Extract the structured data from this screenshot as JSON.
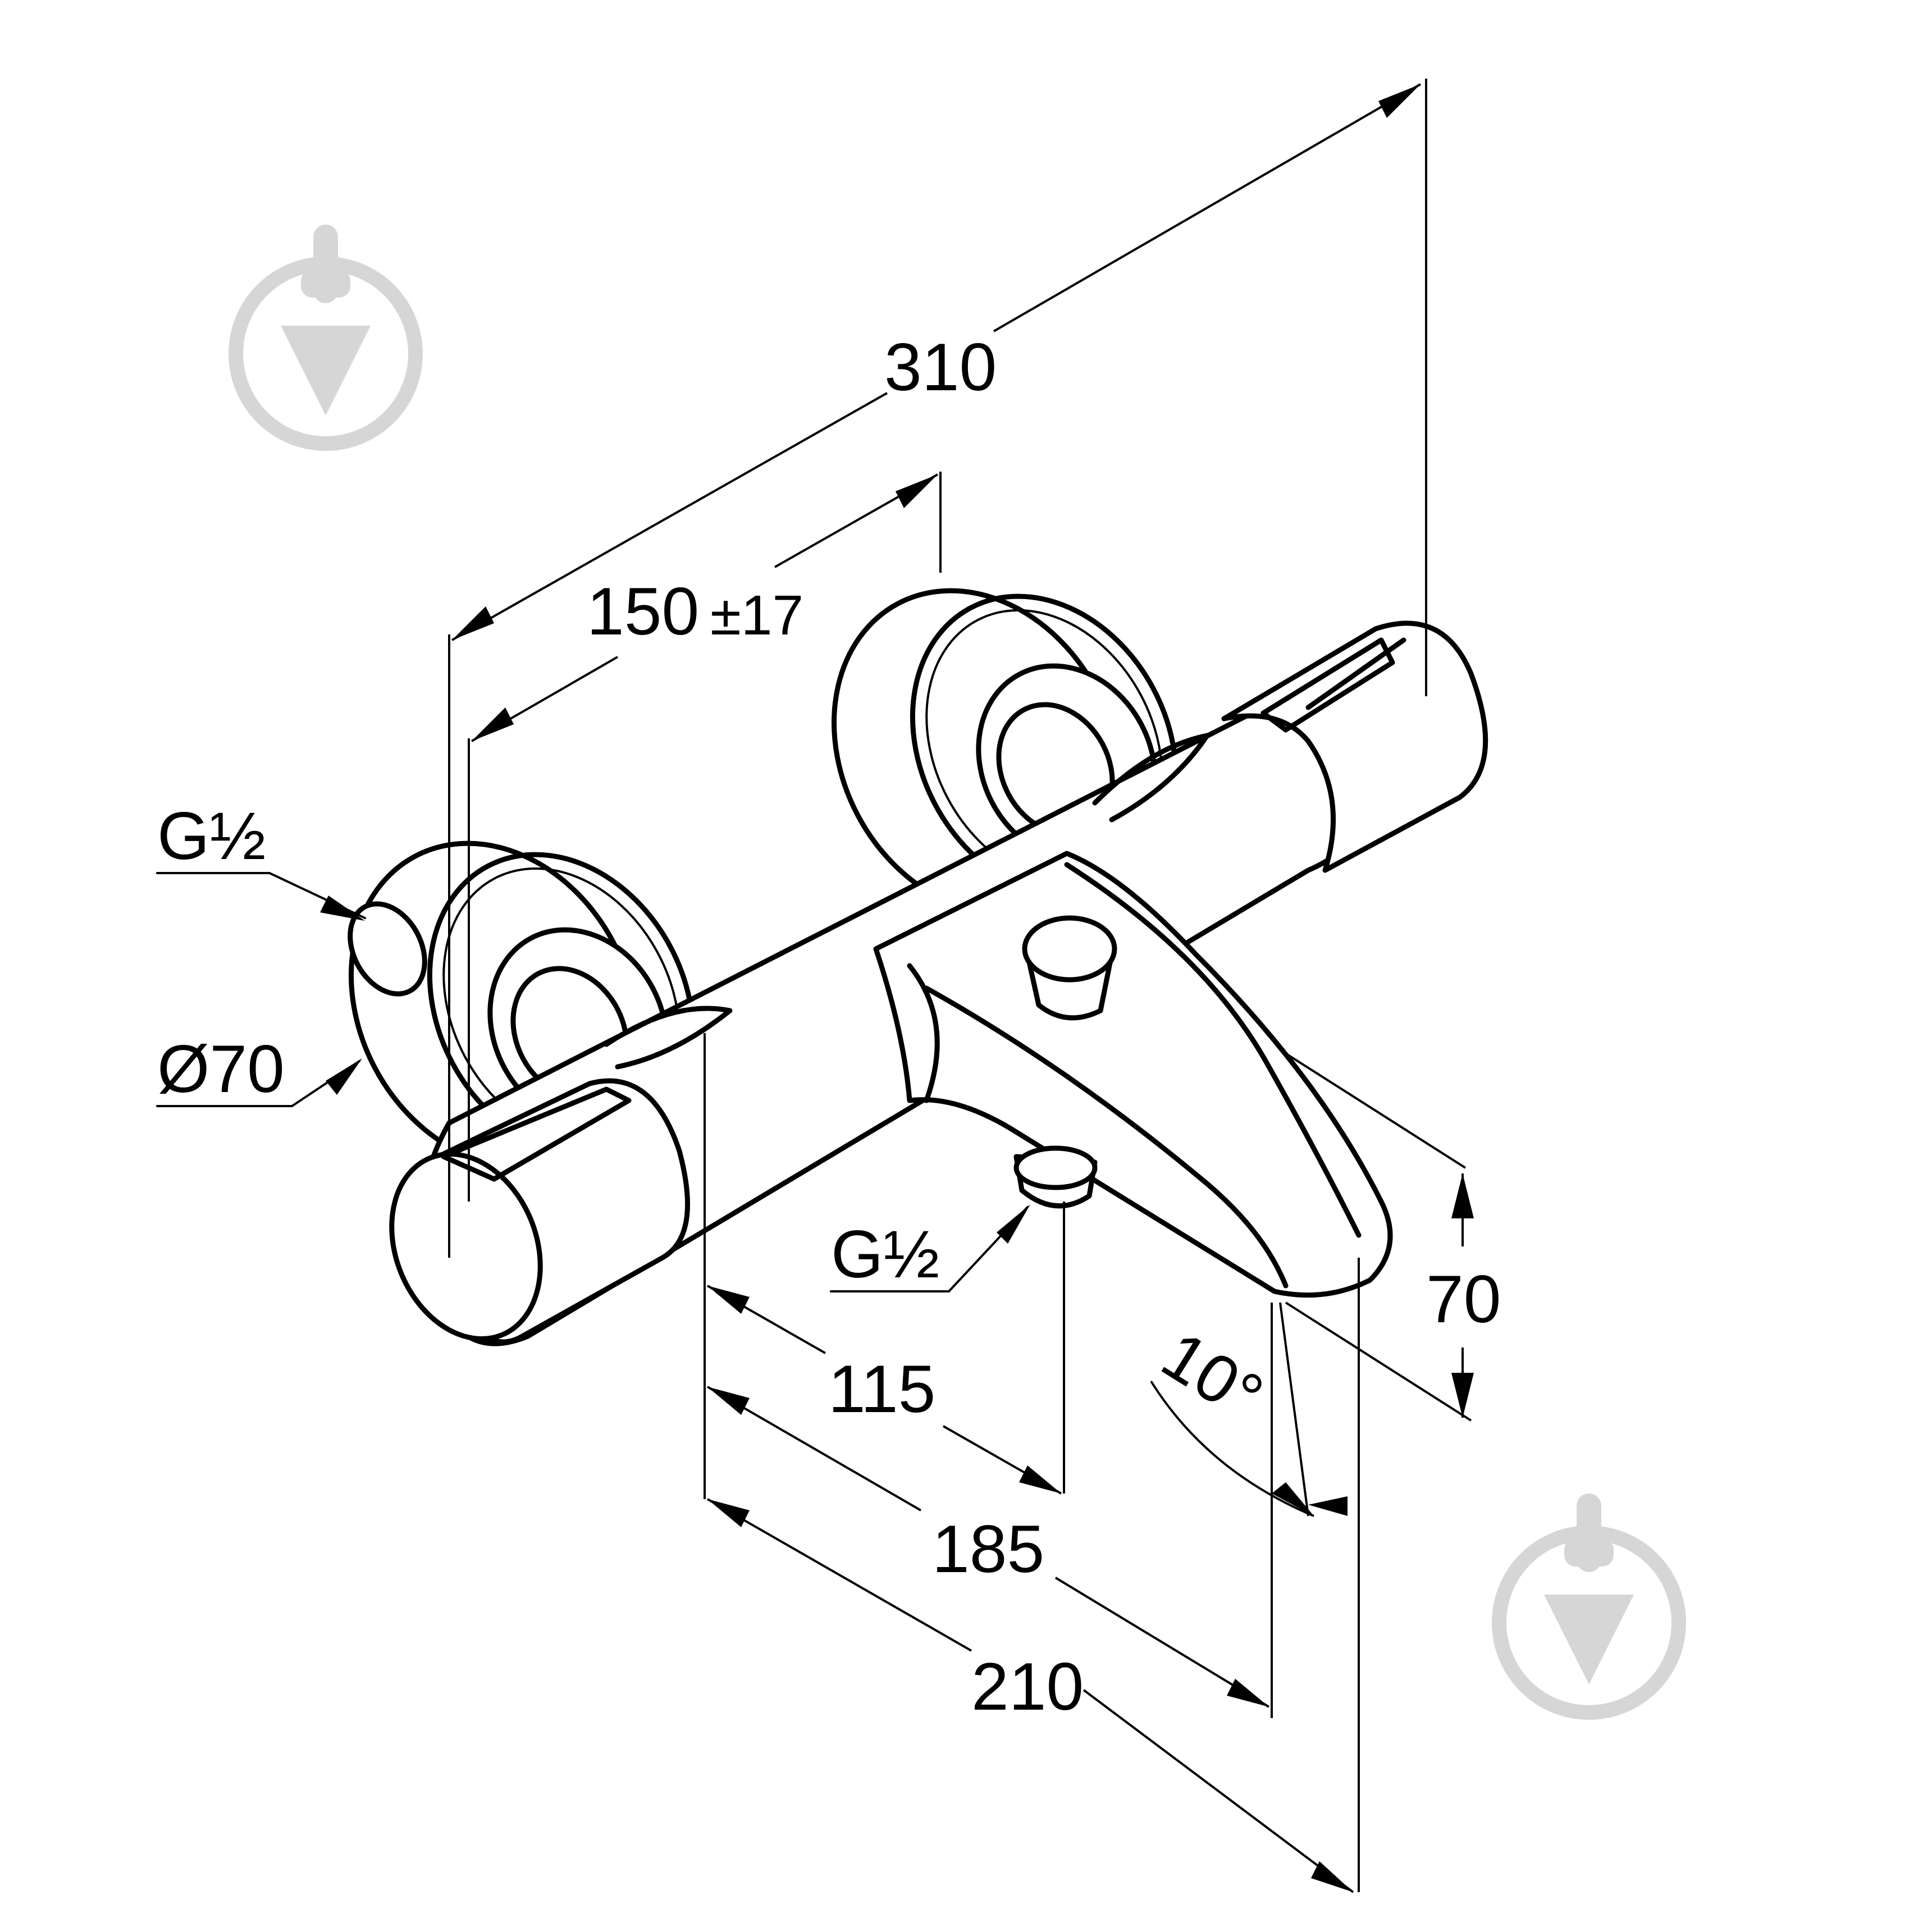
{
  "dimensions": {
    "overall_length": "310",
    "center_distance": "150",
    "center_tolerance": "±17",
    "connection_thread_top": "G½",
    "rosette_diameter": "Ø70",
    "spout_thread": "G½",
    "height": "70",
    "spout_angle": "10°",
    "dim_115": "115",
    "dim_185": "185",
    "dim_210": "210"
  },
  "watermark_icon": "trowel-in-circle-icon",
  "colors": {
    "line": "#000000",
    "background": "#ffffff",
    "watermark": "#d6d6d6"
  }
}
